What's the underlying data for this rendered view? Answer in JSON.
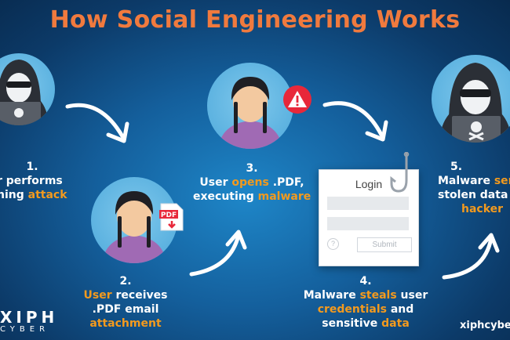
{
  "title": "How Social Engineering Works",
  "steps": [
    {
      "num": "1.",
      "line1": "r performs",
      "line2_a": "hing ",
      "line2_hl": "attack"
    },
    {
      "num": "2.",
      "line1_hl": "User",
      "line1": " receives",
      "line2": ".PDF email",
      "line3_hl": "attachment"
    },
    {
      "num": "3.",
      "line1_a": "User ",
      "line1_hl": "opens",
      "line1_b": " .PDF,",
      "line2_a": "executing ",
      "line2_hl": "malware"
    },
    {
      "num": "4.",
      "line1_a": "Malware ",
      "line1_hl": "steals",
      "line1_b": " user",
      "line2_hl": "credentials",
      "line2_b": " and",
      "line3_a": "sensitive ",
      "line3_hl": "data"
    },
    {
      "num": "5.",
      "line1_a": "Malware ",
      "line1_hl": "ser",
      "line2": "stolen data",
      "line3_hl": "hacker"
    }
  ],
  "login": {
    "title": "Login",
    "submit": "Submit",
    "help": "?"
  },
  "logo": {
    "main": "XIPH",
    "sub": "CYBER"
  },
  "website": "xiphcybe",
  "pdf_label": "PDF",
  "colors": {
    "title": "#f07a3e",
    "highlight": "#f39a1e",
    "warning": "#e8283a"
  },
  "icons": [
    "hacker-icon",
    "user-icon",
    "pdf-file-icon",
    "warning-icon",
    "fishing-hook-icon",
    "skull-laptop-icon",
    "arrow-icon"
  ]
}
